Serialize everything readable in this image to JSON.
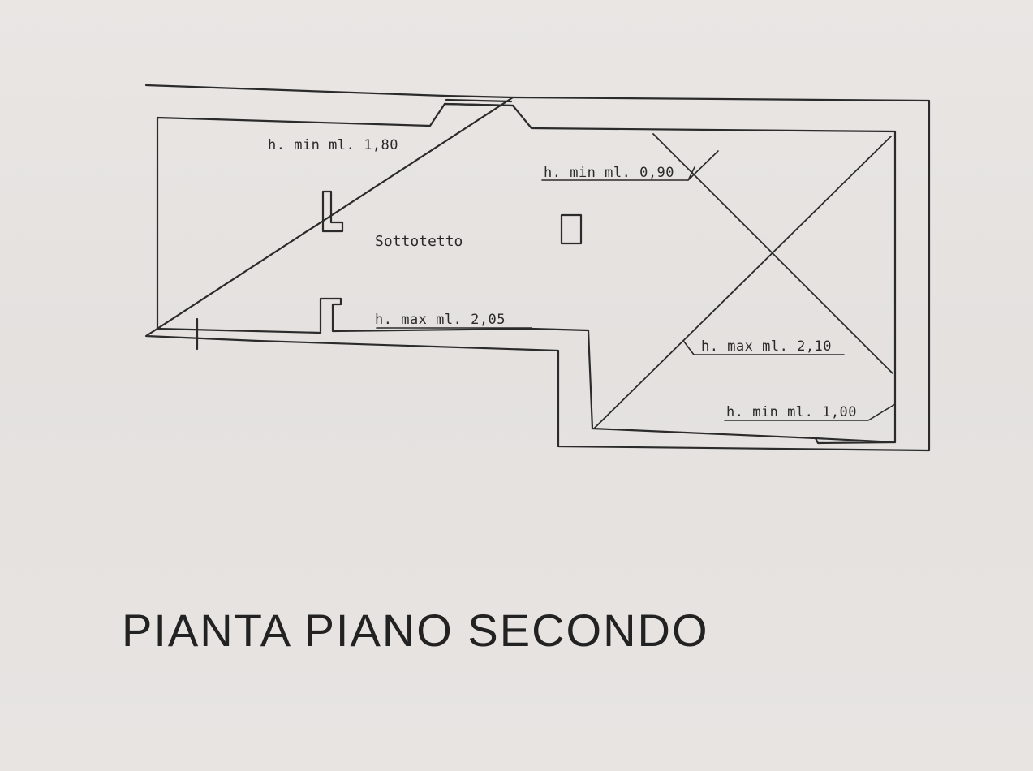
{
  "drawing": {
    "room_name": "Sottotetto",
    "heights": {
      "min_top_left": "h. min ml. 1,80",
      "min_top_right": "h. min ml. 0,90",
      "max_middle": "h. max ml. 2,05",
      "max_right": "h. max ml. 2,10",
      "min_bottom_right": "h. min ml. 1,00"
    }
  },
  "title": "PIANTA PIANO SECONDO",
  "colors": {
    "paper": "#e6e3e1",
    "ink": "#2a2a2a"
  }
}
